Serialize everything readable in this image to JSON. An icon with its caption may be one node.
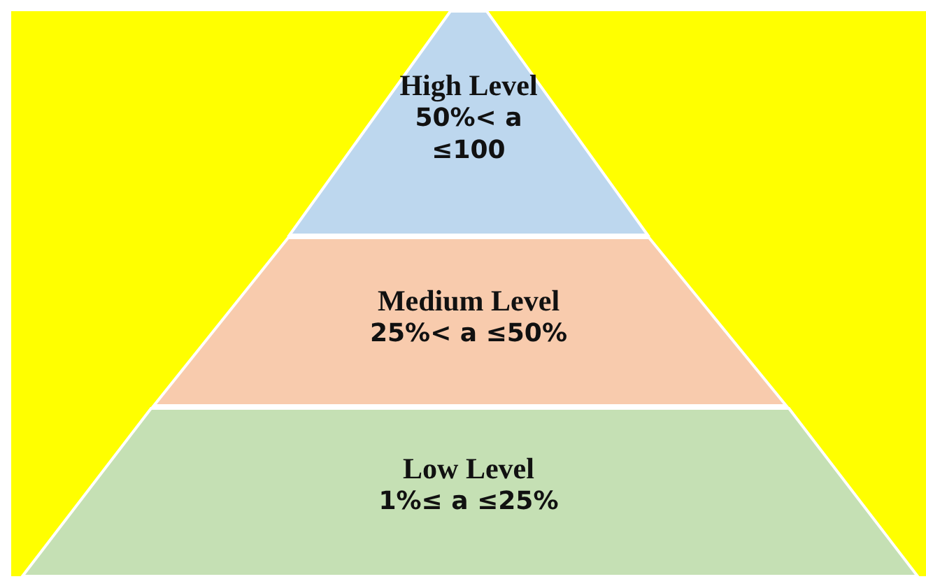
{
  "diagram": {
    "nodes": [
      {
        "text": [
          "High Level",
          "50%< a ≤100"
        ]
      },
      {
        "text": [
          "Medium Level",
          "25%< a ≤50%"
        ]
      },
      {
        "text": [
          "Low Level",
          "1%≤ a ≤25%"
        ]
      }
    ]
  }
}
